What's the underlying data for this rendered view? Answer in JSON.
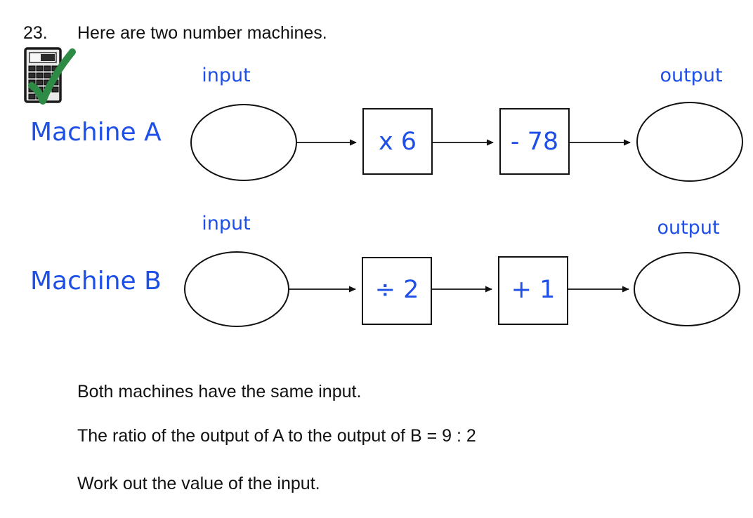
{
  "question": {
    "number": "23.",
    "intro": "Here are two number machines.",
    "statements": [
      "Both machines have the same input.",
      "The ratio of the output of A to the output of B = 9 : 2",
      "Work out the value of the input."
    ]
  },
  "machines": [
    {
      "name": "Machine A",
      "input_label": "input",
      "output_label": "output",
      "operations": [
        "x 6",
        "- 78"
      ]
    },
    {
      "name": "Machine B",
      "input_label": "input",
      "output_label": "output",
      "operations": [
        "÷ 2",
        "+ 1"
      ]
    }
  ],
  "icons": {
    "calculator_check": "calculator-with-green-checkmark"
  },
  "colors": {
    "accent_blue": "#1e4fe6",
    "check_green": "#2e8b45",
    "ink": "#111111"
  }
}
